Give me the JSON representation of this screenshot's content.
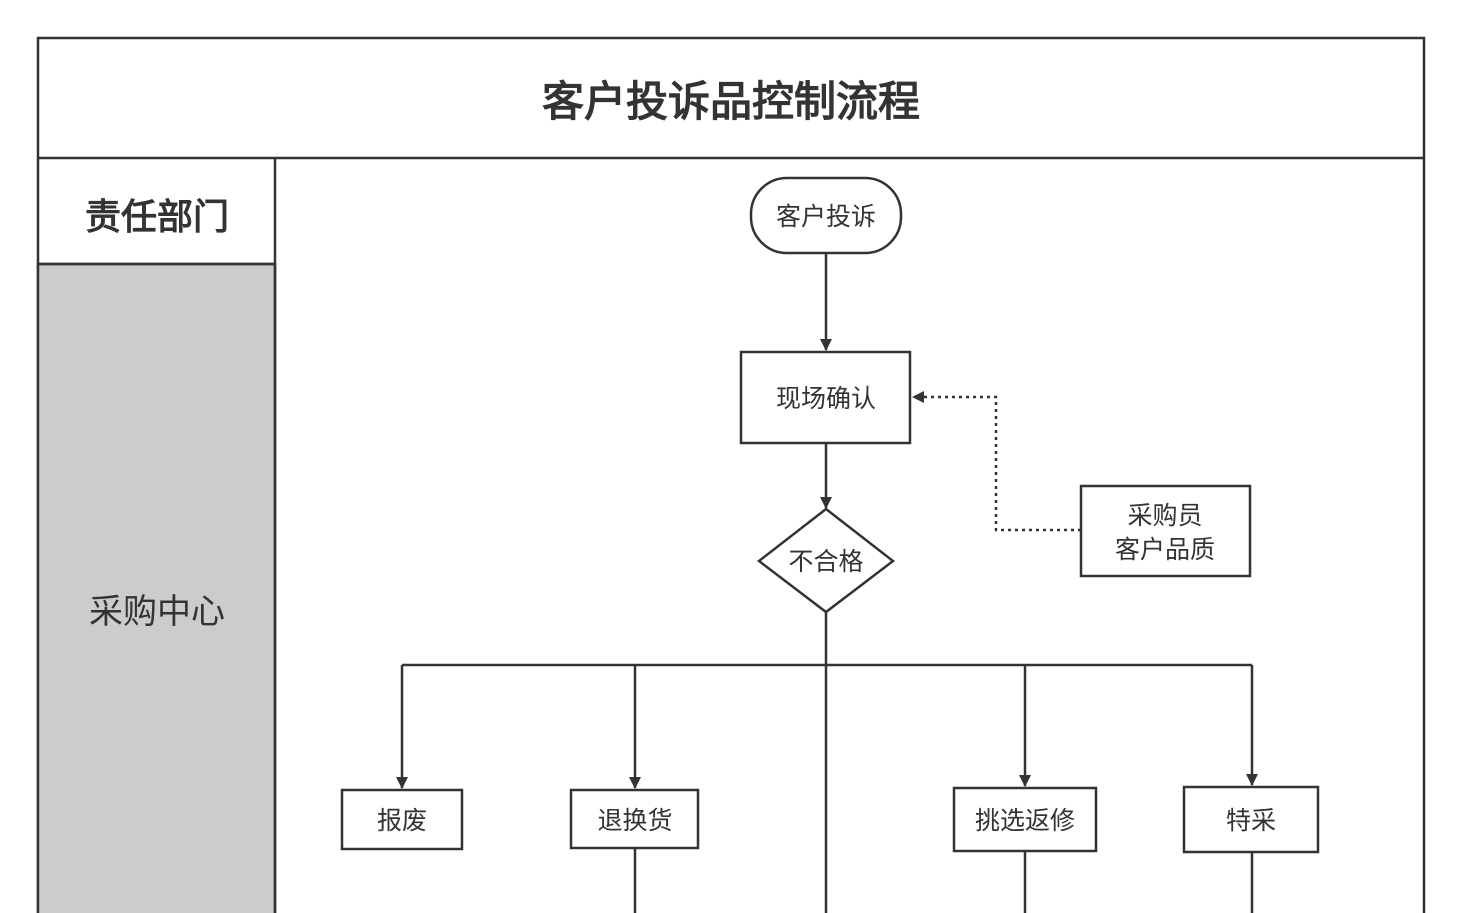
{
  "title": "客户投诉品控制流程",
  "department_header": "责任部门",
  "department": "采购中心",
  "nodes": {
    "start": "客户投诉",
    "confirm": "现场确认",
    "decision": "不合格",
    "note_line1": "采购员",
    "note_line2": "客户品质",
    "scrap": "报废",
    "return_exchange": "退换货",
    "sort_rework": "挑选返修",
    "special_purchase": "特采"
  },
  "colors": {
    "line": "#333333",
    "lane_fill": "#cccccc",
    "background": "#ffffff"
  }
}
